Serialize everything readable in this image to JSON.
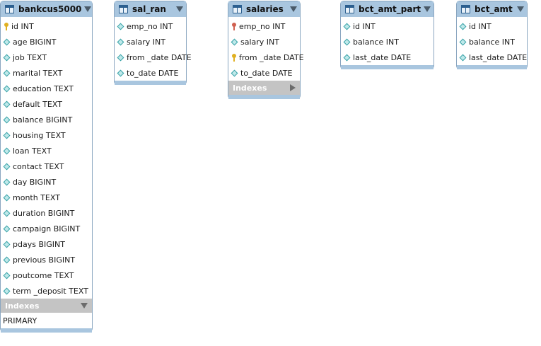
{
  "colors": {
    "header": "#a9c6df",
    "primary_key": "#e0b020",
    "foreign_key": "#d06050",
    "index_header": "#c4c4c4"
  },
  "tables": {
    "bankcus5000": {
      "name": "bankcus5000",
      "columns": [
        "id INT",
        "age BIGINT",
        "job TEXT",
        "marital TEXT",
        "education TEXT",
        "default TEXT",
        "balance BIGINT",
        "housing TEXT",
        "loan TEXT",
        "contact TEXT",
        "day BIGINT",
        "month TEXT",
        "duration BIGINT",
        "campaign BIGINT",
        "pdays BIGINT",
        "previous BIGINT",
        "poutcome TEXT",
        "term _deposit TEXT"
      ],
      "indexes_label": "Indexes",
      "indexes": [
        "PRIMARY"
      ]
    },
    "sal_ran": {
      "name": "sal_ran",
      "columns": [
        "emp_no INT",
        "salary INT",
        "from _date DATE",
        "to_date DATE"
      ]
    },
    "salaries": {
      "name": "salaries",
      "columns": [
        "emp_no INT",
        "salary INT",
        "from _date DATE",
        "to_date DATE"
      ],
      "indexes_label": "Indexes"
    },
    "bct_amt_part": {
      "name": "bct_amt_part",
      "columns": [
        "id INT",
        "balance INT",
        "last_date DATE"
      ]
    },
    "bct_amt": {
      "name": "bct_amt",
      "columns": [
        "id INT",
        "balance INT",
        "last_date DATE"
      ]
    }
  }
}
